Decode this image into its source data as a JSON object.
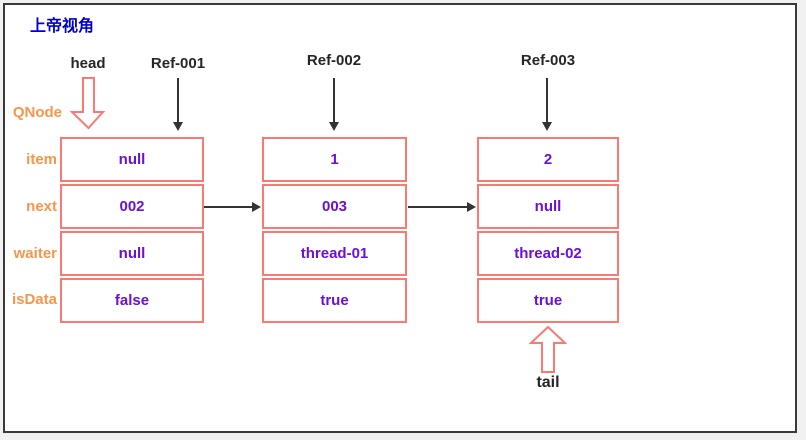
{
  "title": "上帝视角",
  "labels": {
    "head": "head",
    "tail": "tail",
    "qnode": "QNode"
  },
  "refs": [
    "Ref-001",
    "Ref-002",
    "Ref-003"
  ],
  "field_labels": [
    "item",
    "next",
    "waiter",
    "isData"
  ],
  "nodes": [
    {
      "values": [
        "null",
        "002",
        "null",
        "false"
      ]
    },
    {
      "values": [
        "1",
        "003",
        "thread-01",
        "true"
      ]
    },
    {
      "values": [
        "2",
        "null",
        "thread-02",
        "true"
      ]
    }
  ],
  "icons": {
    "head_arrow": "hollow-down-arrow",
    "tail_arrow": "hollow-up-arrow",
    "ref_arrow": "solid-down-arrow",
    "next_arrow": "solid-right-arrow"
  },
  "colors": {
    "title-blue": "#0000C8",
    "label-orange": "#F7964A",
    "value-purple": "#6C10D5",
    "box-border": "#FA7A73",
    "arrow-black": "#333333",
    "text-black": "#262626",
    "page-bg": "#F1F1F1",
    "frame-border": "#3A3A3A"
  }
}
